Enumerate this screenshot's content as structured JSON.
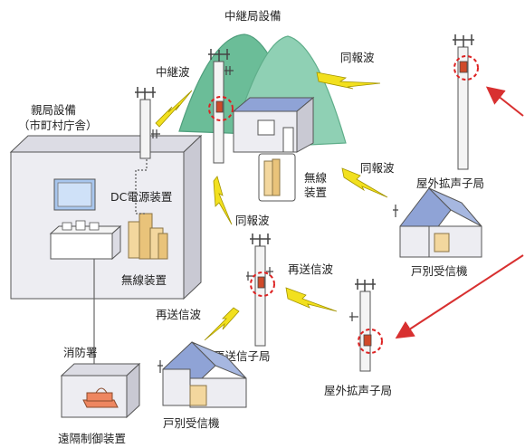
{
  "labels": {
    "relay_station": "中継局設備",
    "relay_wave": "中継波",
    "parent_station": "親局設備",
    "parent_station_sub": "（市町村庁舎）",
    "dc_power": "DC電源装置",
    "radio_unit_main": "無線装置",
    "radio_unit_relay_1": "無線",
    "radio_unit_relay_2": "装置",
    "broadcast_top": "同報波",
    "broadcast_right": "同報波",
    "broadcast_mid": "同報波",
    "outdoor_speaker_top": "屋外拡声子局",
    "outdoor_speaker_bottom": "屋外拡声子局",
    "home_receiver_right": "戸別受信機",
    "home_receiver_left": "戸別受信機",
    "retransmit_wave_right": "再送信波",
    "retransmit_wave_left": "再送信波",
    "retransmit_station": "再送信子局",
    "fire_station": "消防署",
    "remote_control": "遠隔制御装置"
  },
  "colors": {
    "mountain": "#8fd0b4",
    "mountain_dark": "#6bbd98",
    "lightning": "#f2e01e",
    "building_front": "#ededf2",
    "building_side": "#c9c9d3",
    "roof": "#8fa3d6",
    "equipment": "#f3d79e",
    "highlight_circle": "#dd2222",
    "pointer_arrow": "#d83030",
    "remote_device": "#ee8660"
  }
}
